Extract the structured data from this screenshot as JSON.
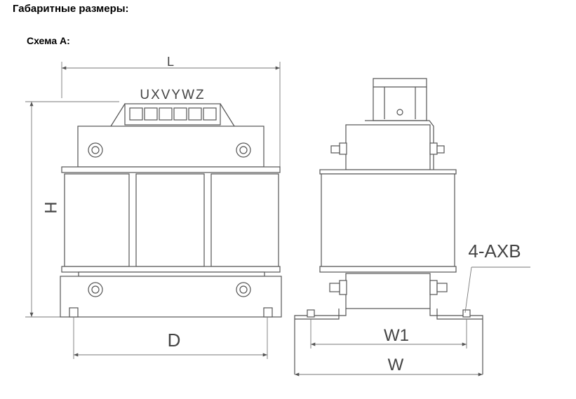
{
  "page": {
    "title": "Габаритные размеры:",
    "subtitle": "Схема А:"
  },
  "front_view": {
    "terminal_labels": "UXVYWZ",
    "dim_length": "L",
    "dim_height": "H",
    "dim_depth": "D"
  },
  "side_view": {
    "dim_w1": "W1",
    "dim_w": "W",
    "mount_holes": "4-AXB"
  },
  "colors": {
    "line": "#555555",
    "text": "#000000"
  }
}
